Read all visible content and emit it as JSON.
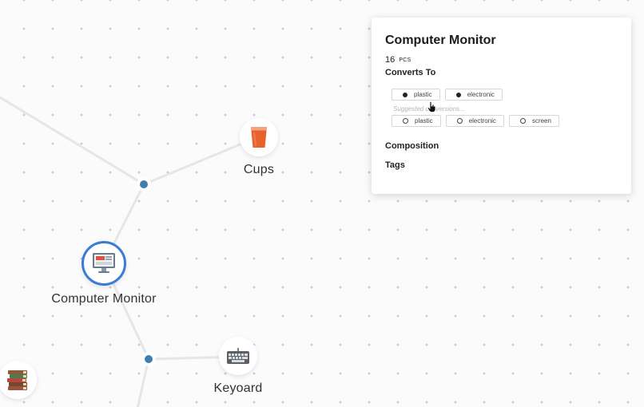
{
  "graph": {
    "nodes": [
      {
        "id": "cups",
        "label": "Cups",
        "icon": "cup-icon",
        "selected": false
      },
      {
        "id": "computer-monitor",
        "label": "Computer Monitor",
        "icon": "monitor-icon",
        "selected": true
      },
      {
        "id": "keyboard",
        "label": "Keyoard",
        "icon": "keyboard-icon",
        "selected": false
      },
      {
        "id": "books",
        "label": "",
        "icon": "books-icon",
        "selected": false
      }
    ],
    "colors": {
      "edge": "#e6e6e6",
      "junction": "#3f7fb0",
      "selected_ring": "#3a7bd5"
    }
  },
  "detail_panel": {
    "title": "Computer Monitor",
    "quantity": "16",
    "unit": "PCS",
    "converts_to_label": "Converts To",
    "converts_to": [
      "plastic",
      "electronic"
    ],
    "suggested_label": "Suggested conversions...",
    "suggested": [
      "plastic",
      "electronic",
      "screen"
    ],
    "composition_label": "Composition",
    "tags_label": "Tags"
  }
}
